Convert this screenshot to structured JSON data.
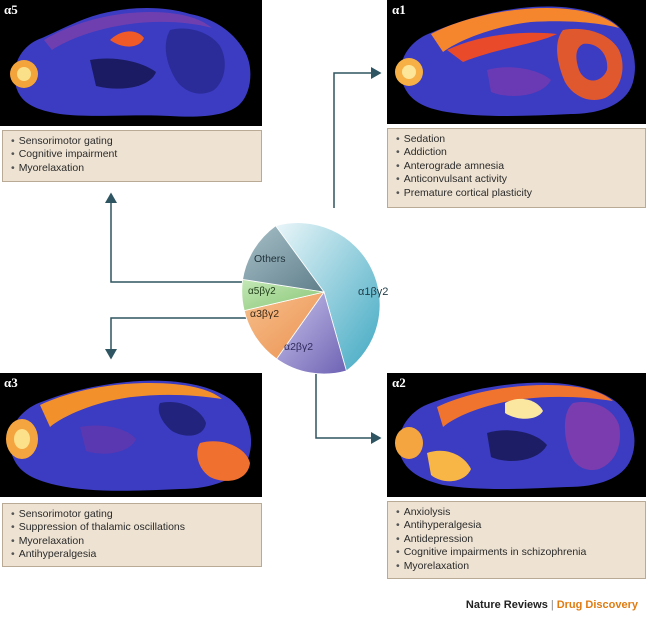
{
  "panels": {
    "a5": {
      "label": "α5",
      "items": [
        "Sensorimotor gating",
        "Cognitive impairment",
        "Myorelaxation"
      ]
    },
    "a1": {
      "label": "α1",
      "items": [
        "Sedation",
        "Addiction",
        "Anterograde amnesia",
        "Anticonvulsant activity",
        "Premature cortical plasticity"
      ]
    },
    "a3": {
      "label": "α3",
      "items": [
        "Sensorimotor gating",
        "Suppression of thalamic oscillations",
        "Myorelaxation",
        "Antihyperalgesia"
      ]
    },
    "a2": {
      "label": "α2",
      "items": [
        "Anxiolysis",
        "Antihyperalgesia",
        "Antidepression",
        "Cognitive impairments in schizophrenia",
        "Myorelaxation"
      ]
    }
  },
  "pie": {
    "segments": [
      {
        "label": "α1βγ2",
        "color": "#5bbcd0"
      },
      {
        "label": "α2βγ2",
        "color": "#8a80c4"
      },
      {
        "label": "α3βγ2",
        "color": "#f0a464"
      },
      {
        "label": "α5βγ2",
        "color": "#9bd08a"
      },
      {
        "label": "Others",
        "color": "#6f8d99"
      }
    ]
  },
  "credit": {
    "journal": "Nature Reviews",
    "separator": "|",
    "section": "Drug Discovery"
  }
}
